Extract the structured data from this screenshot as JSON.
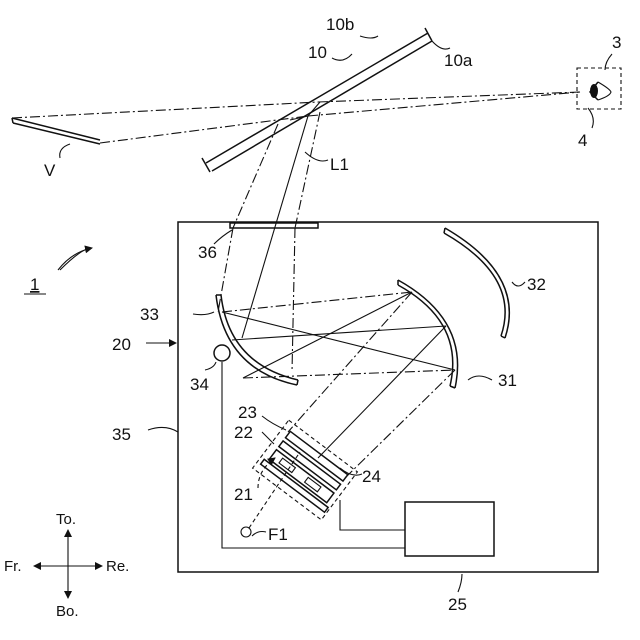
{
  "labels": {
    "device": "1",
    "windshield": "10",
    "windshield_b": "10b",
    "windshield_a": "10a",
    "eye": "3",
    "eyebox": "4",
    "virtual_image": "V",
    "light_ray": "L1",
    "hud_unit": "20",
    "display": "21",
    "panel_22": "22",
    "panel_23": "23",
    "panel_24": "24",
    "controller": "25",
    "mirror_31": "31",
    "mirror_32": "32",
    "mirror_33": "33",
    "pivot": "34",
    "housing": "35",
    "cover": "36",
    "focus": "F1"
  },
  "directions": {
    "top": "To.",
    "bottom": "Bo.",
    "front": "Fr.",
    "rear": "Re."
  }
}
